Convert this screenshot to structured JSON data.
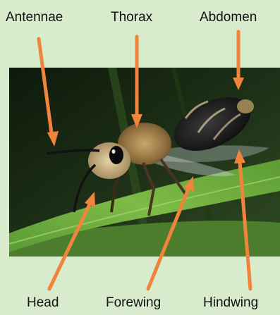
{
  "labels": {
    "antennae": "Antennae",
    "thorax": "Thorax",
    "abdomen": "Abdomen",
    "head": "Head",
    "forewing": "Forewing",
    "hindwing": "Hindwing"
  },
  "colors": {
    "background": "#d9ebcd",
    "arrow": "#f0843c",
    "label_text": "#111111"
  },
  "image": {
    "subject": "bee-on-grass-photo"
  }
}
